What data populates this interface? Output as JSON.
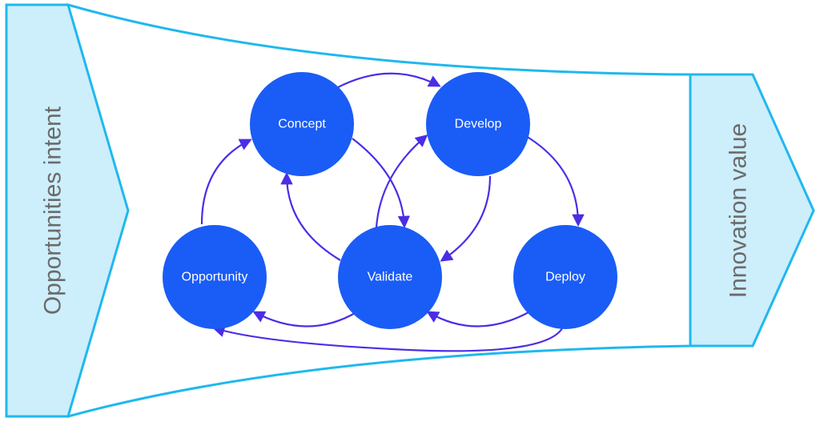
{
  "funnel": {
    "left_label": "Opportunities intent",
    "right_label": "Innovation value"
  },
  "nodes": [
    {
      "id": "concept",
      "label": "Concept"
    },
    {
      "id": "develop",
      "label": "Develop"
    },
    {
      "id": "opportunity",
      "label": "Opportunity"
    },
    {
      "id": "validate",
      "label": "Validate"
    },
    {
      "id": "deploy",
      "label": "Deploy"
    }
  ],
  "edges": [
    {
      "from": "opportunity",
      "to": "concept"
    },
    {
      "from": "concept",
      "to": "develop"
    },
    {
      "from": "concept",
      "to": "validate"
    },
    {
      "from": "develop",
      "to": "deploy"
    },
    {
      "from": "develop",
      "to": "validate"
    },
    {
      "from": "validate",
      "to": "concept"
    },
    {
      "from": "validate",
      "to": "develop"
    },
    {
      "from": "validate",
      "to": "opportunity"
    },
    {
      "from": "deploy",
      "to": "validate"
    },
    {
      "from": "deploy",
      "to": "opportunity"
    }
  ],
  "colors": {
    "node_fill": "#1a5cf6",
    "arrow": "#4a2ee6",
    "band_fill": "#cdeefb",
    "band_stroke": "#1fb8ee",
    "side_text": "#6b6b6b"
  }
}
